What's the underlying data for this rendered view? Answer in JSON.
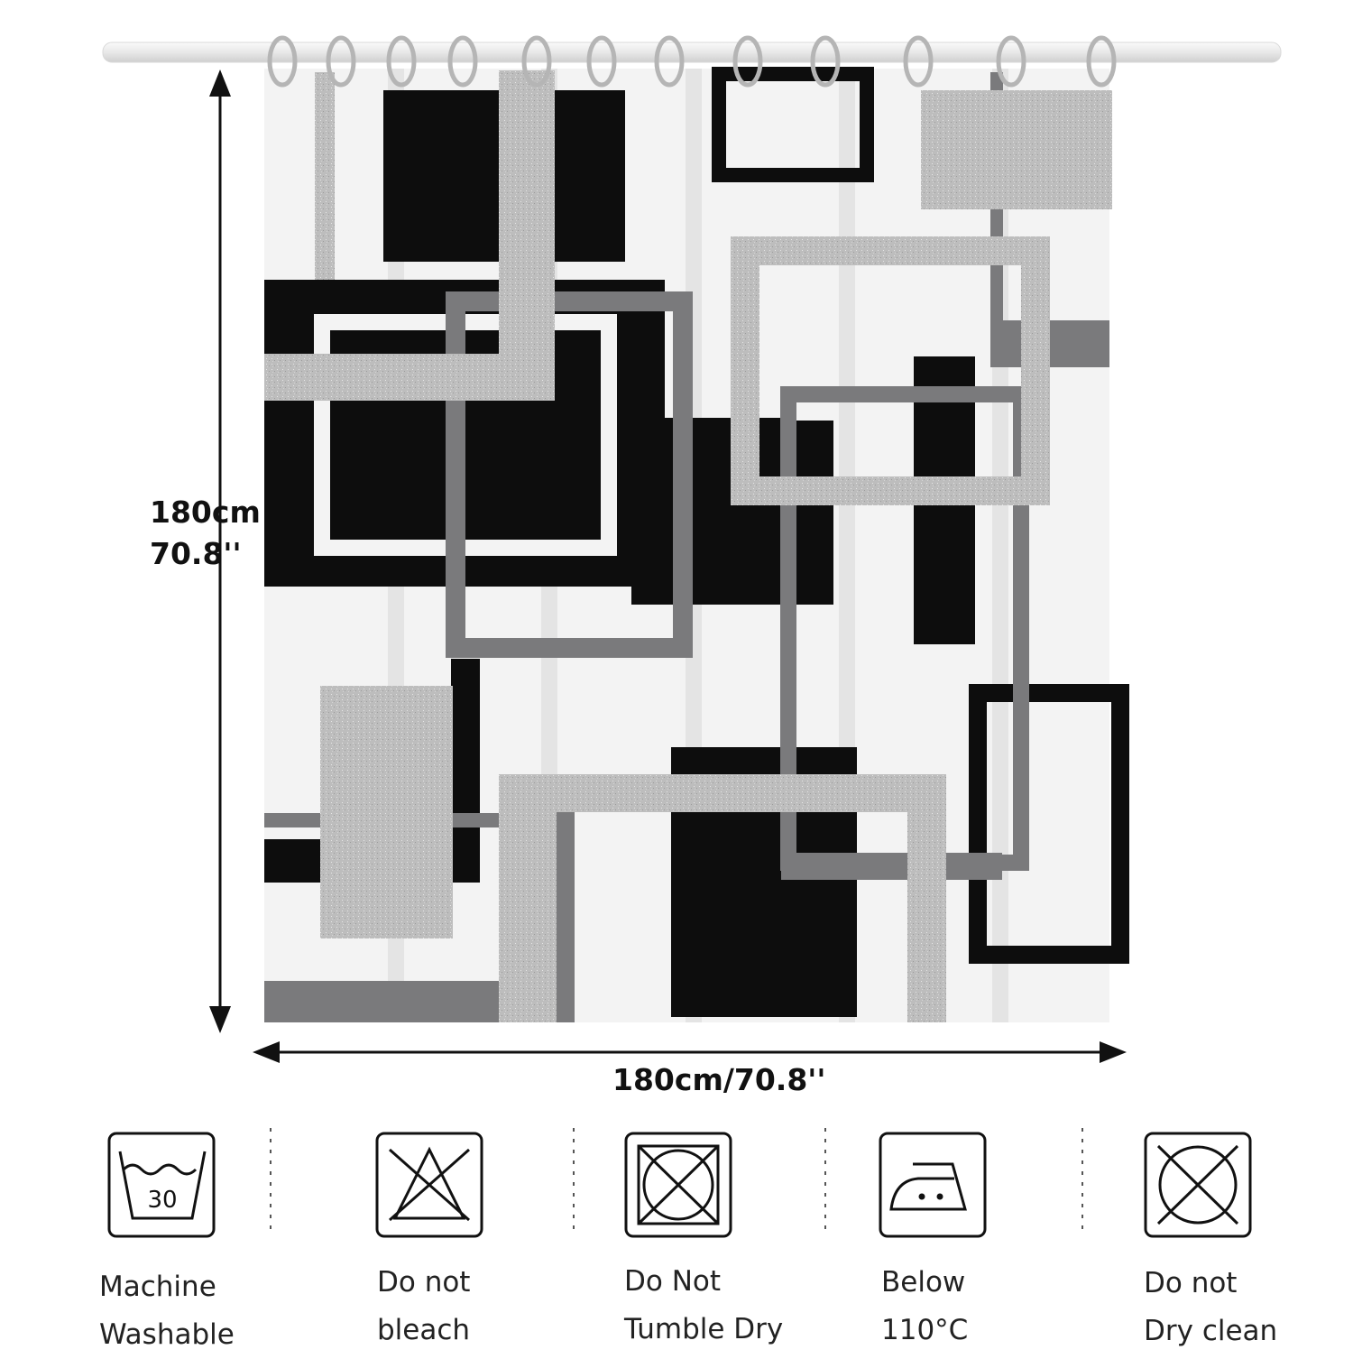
{
  "dimensions": {
    "height_cm": "180cm",
    "height_in": "70.8''",
    "width_label": "180cm/70.8''"
  },
  "care": {
    "wash": {
      "line1": "Machine",
      "line2": "Washable",
      "temp": "30",
      "icon": "wash-30-icon"
    },
    "bleach": {
      "line1": "Do not",
      "line2": "bleach",
      "icon": "no-bleach-icon"
    },
    "tumble": {
      "line1": "Do Not",
      "line2": "Tumble Dry",
      "icon": "no-tumble-dry-icon"
    },
    "iron": {
      "line1": "Below",
      "line2": "110°C",
      "icon": "iron-low-icon"
    },
    "dryclean": {
      "line1": "Do not",
      "line2": "Dry clean",
      "icon": "no-dry-clean-icon"
    }
  },
  "colors": {
    "black": "#0d0d0d",
    "gray": "#7a7a7c",
    "silver": "#bdbdbd",
    "curtain": "#f3f3f3"
  }
}
